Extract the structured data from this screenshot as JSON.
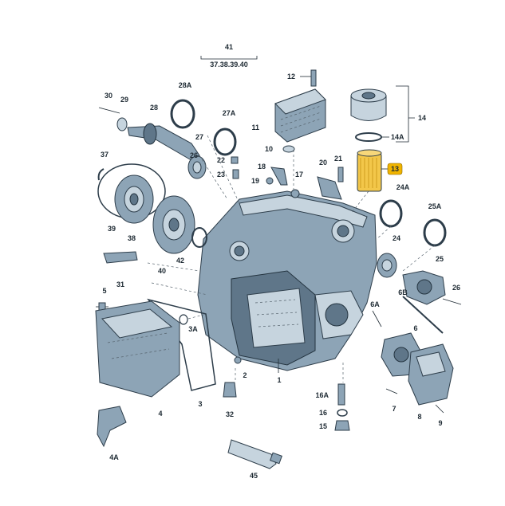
{
  "diagram": {
    "group_label_41": "41",
    "group_members_41": "37.38.39.40",
    "highlight_color": "#f0b400",
    "parts": [
      {
        "id": "p30",
        "label": "30"
      },
      {
        "id": "p29",
        "label": "29"
      },
      {
        "id": "p28",
        "label": "28"
      },
      {
        "id": "p28a",
        "label": "28A"
      },
      {
        "id": "p27a",
        "label": "27A"
      },
      {
        "id": "p27",
        "label": "27"
      },
      {
        "id": "p26",
        "label": "26"
      },
      {
        "id": "p22",
        "label": "22"
      },
      {
        "id": "p23",
        "label": "23"
      },
      {
        "id": "p12",
        "label": "12"
      },
      {
        "id": "p11",
        "label": "11"
      },
      {
        "id": "p10",
        "label": "10"
      },
      {
        "id": "p18",
        "label": "18"
      },
      {
        "id": "p19",
        "label": "19"
      },
      {
        "id": "p17",
        "label": "17"
      },
      {
        "id": "p20",
        "label": "20"
      },
      {
        "id": "p21",
        "label": "21"
      },
      {
        "id": "p13",
        "label": "13"
      },
      {
        "id": "p14",
        "label": "14"
      },
      {
        "id": "p14a",
        "label": "14A"
      },
      {
        "id": "p24a",
        "label": "24A"
      },
      {
        "id": "p25a",
        "label": "25A"
      },
      {
        "id": "p24",
        "label": "24"
      },
      {
        "id": "p25",
        "label": "25"
      },
      {
        "id": "p26b",
        "label": "26"
      },
      {
        "id": "p37",
        "label": "37"
      },
      {
        "id": "p39",
        "label": "39"
      },
      {
        "id": "p38",
        "label": "38"
      },
      {
        "id": "p40",
        "label": "40"
      },
      {
        "id": "p42",
        "label": "42"
      },
      {
        "id": "p31",
        "label": "31"
      },
      {
        "id": "p5",
        "label": "5"
      },
      {
        "id": "p3a",
        "label": "3A"
      },
      {
        "id": "p2",
        "label": "2"
      },
      {
        "id": "p1",
        "label": "1"
      },
      {
        "id": "p3",
        "label": "3"
      },
      {
        "id": "p4",
        "label": "4"
      },
      {
        "id": "p4a",
        "label": "4A"
      },
      {
        "id": "p32",
        "label": "32"
      },
      {
        "id": "p45",
        "label": "45"
      },
      {
        "id": "p6a",
        "label": "6A"
      },
      {
        "id": "p6b",
        "label": "6B"
      },
      {
        "id": "p6",
        "label": "6"
      },
      {
        "id": "p7",
        "label": "7"
      },
      {
        "id": "p8",
        "label": "8"
      },
      {
        "id": "p9",
        "label": "9"
      },
      {
        "id": "p16a",
        "label": "16A"
      },
      {
        "id": "p16",
        "label": "16"
      },
      {
        "id": "p15",
        "label": "15"
      }
    ]
  }
}
